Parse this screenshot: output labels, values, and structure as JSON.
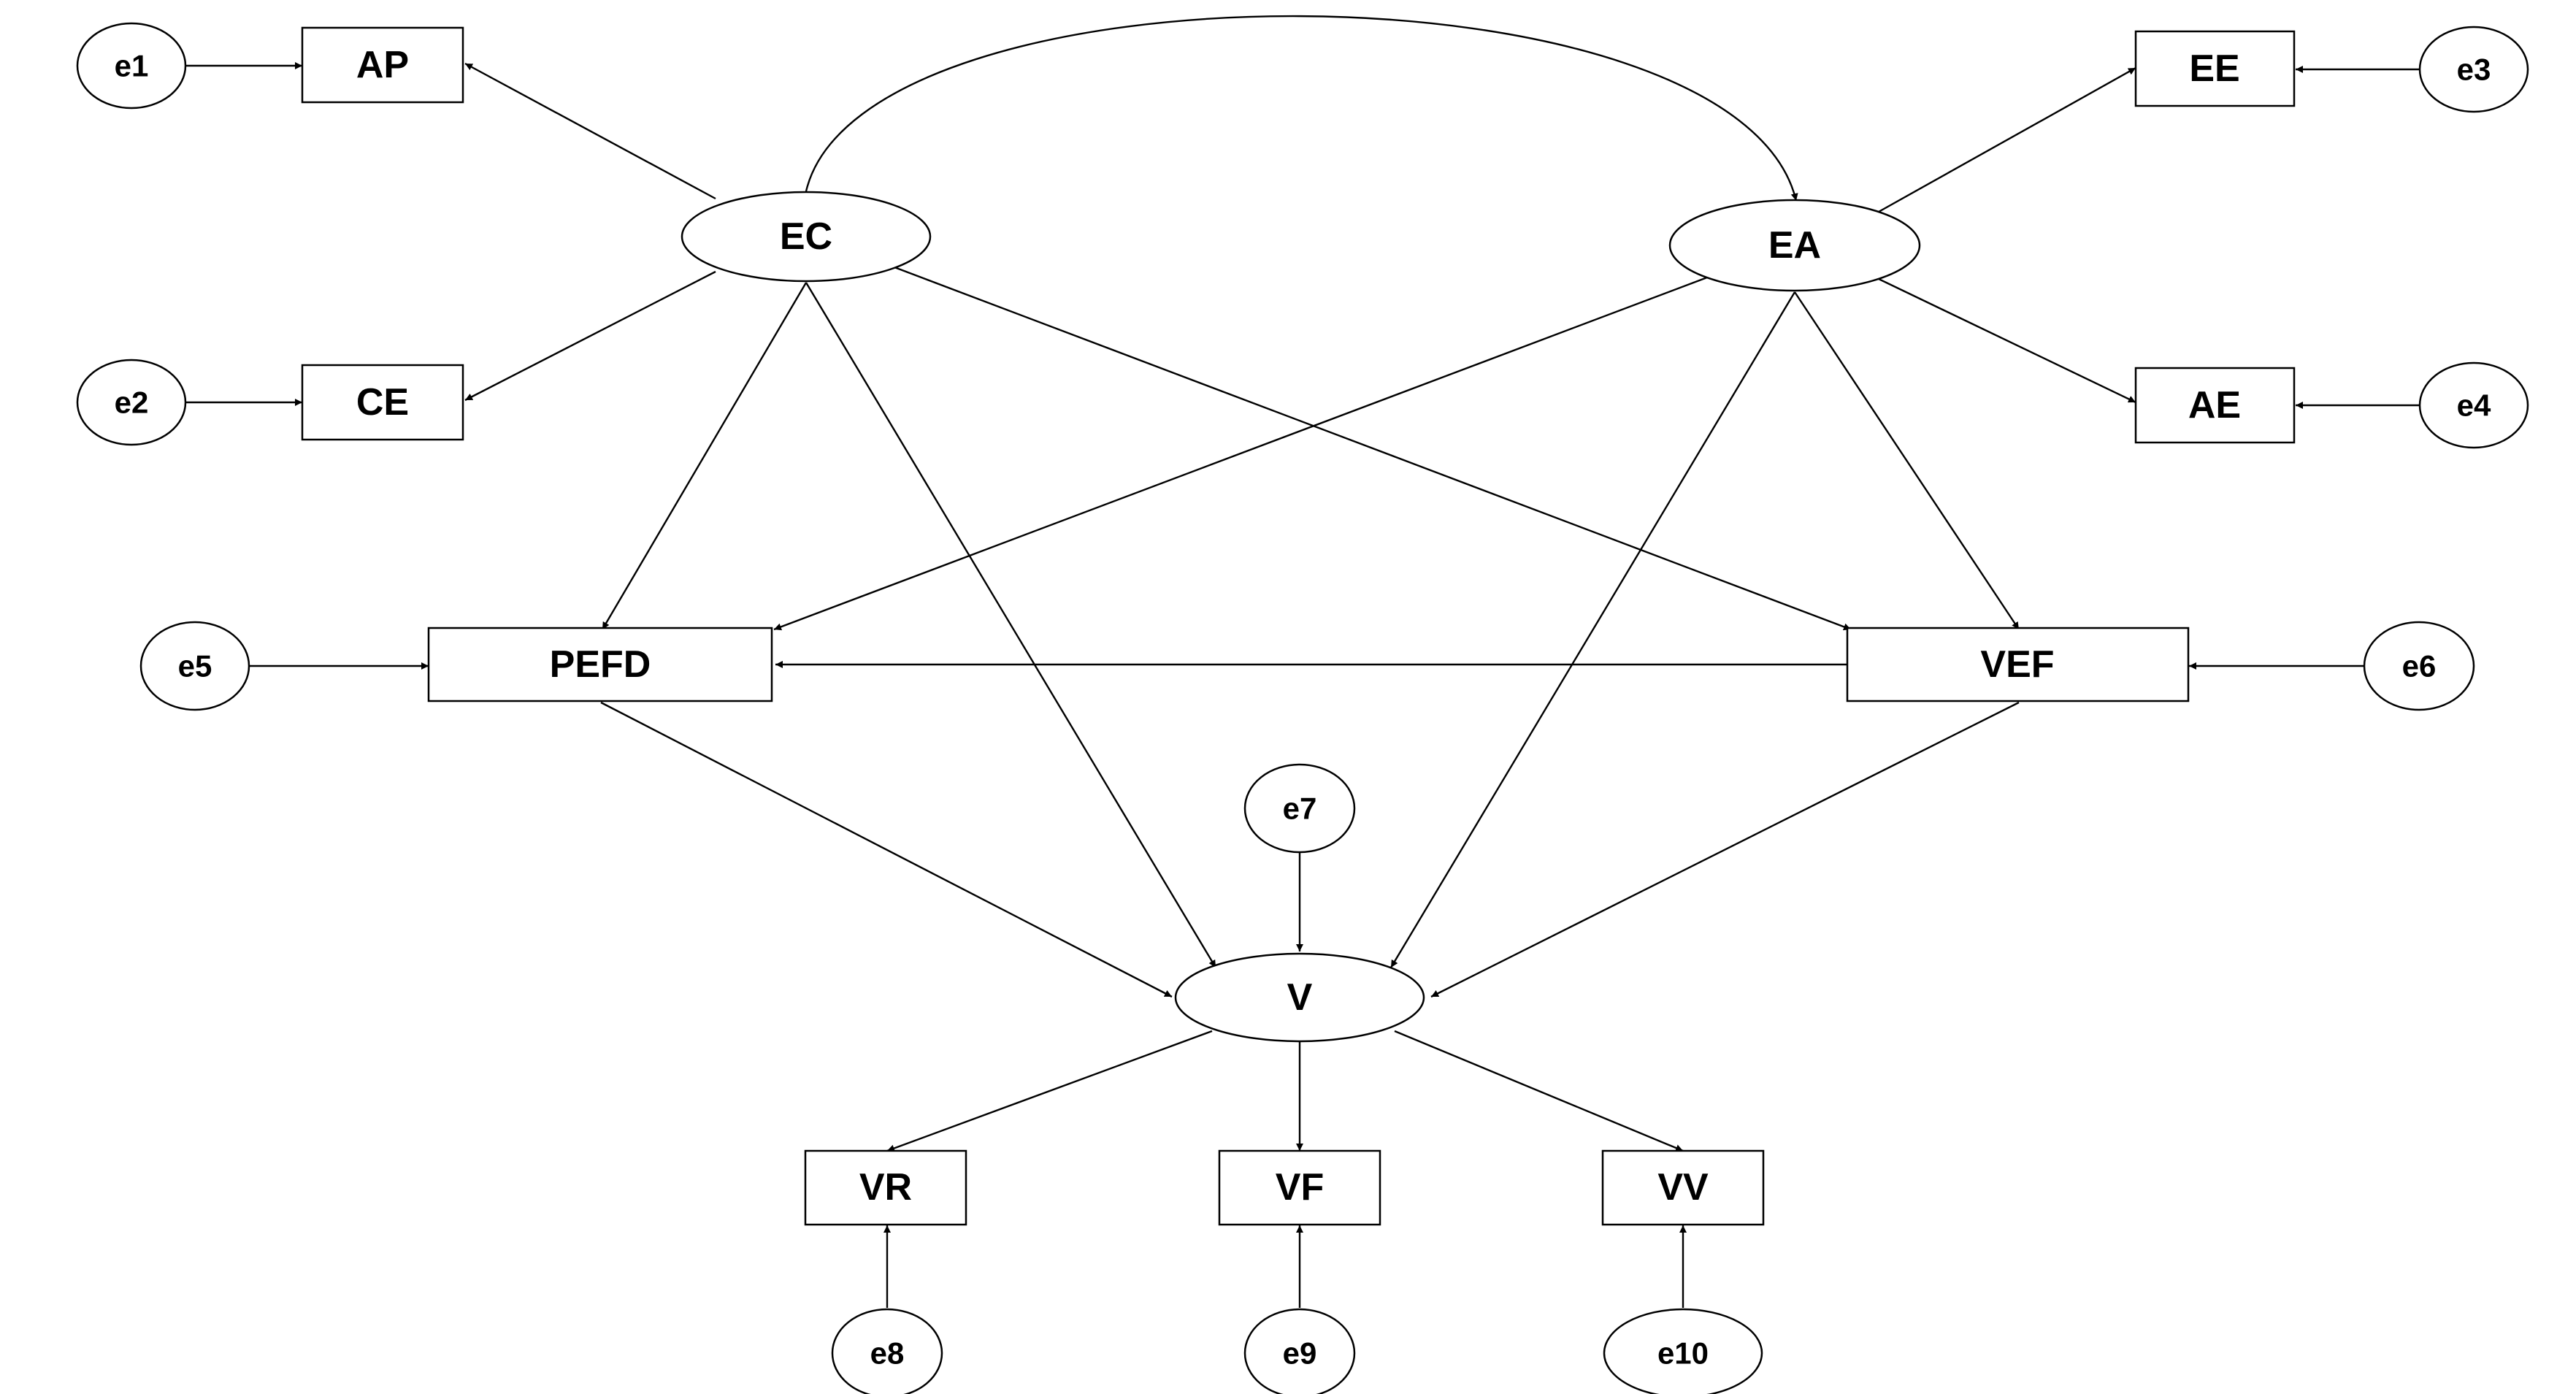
{
  "nodes": {
    "ap": "AP",
    "ce": "CE",
    "ee": "EE",
    "ae": "AE",
    "ec": "EC",
    "ea": "EA",
    "pefd": "PEFD",
    "vef": "VEF",
    "v": "V",
    "vr": "VR",
    "vf": "VF",
    "vv": "VV"
  },
  "errors": {
    "e1": "e1",
    "e2": "e2",
    "e3": "e3",
    "e4": "e4",
    "e5": "e5",
    "e6": "e6",
    "e7": "e7",
    "e8": "e8",
    "e9": "e9",
    "e10": "e10"
  },
  "colors": {
    "stroke": "#000000",
    "fill": "#ffffff"
  }
}
